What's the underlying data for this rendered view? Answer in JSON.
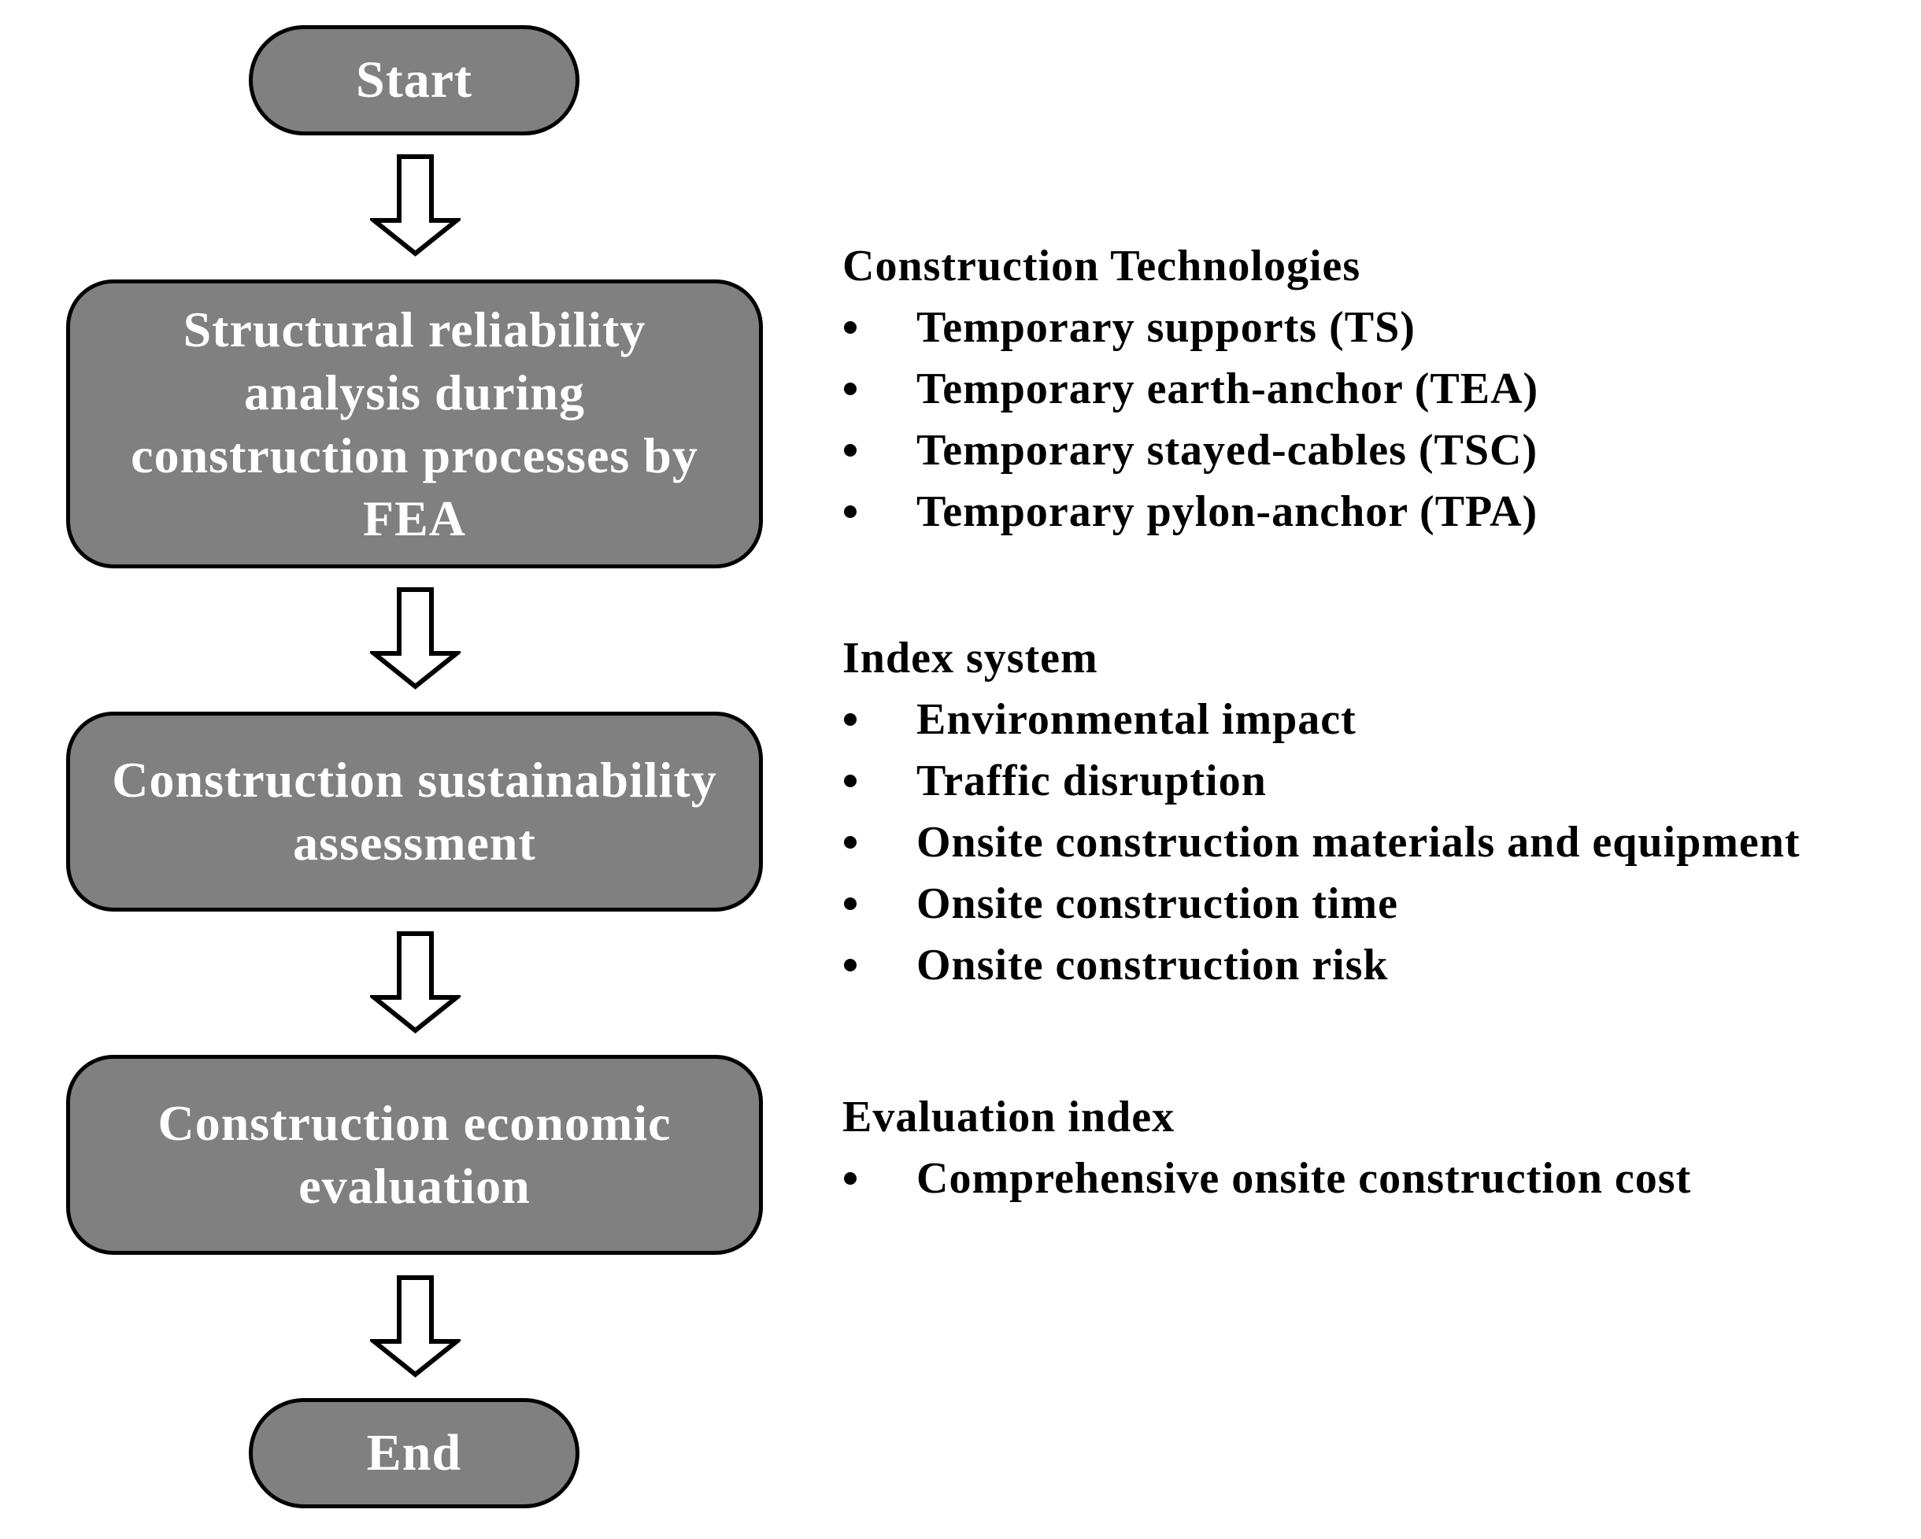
{
  "flowchart": {
    "start": "Start",
    "step1": "Structural reliability\nanalysis during\nconstruction processes by\nFEA",
    "step2": "Construction sustainability\nassessment",
    "step3": "Construction economic\nevaluation",
    "end": "End"
  },
  "construction_technologies": {
    "heading": "Construction Technologies",
    "items": [
      "Temporary supports (TS)",
      "Temporary earth-anchor (TEA)",
      "Temporary stayed-cables (TSC)",
      "Temporary pylon-anchor (TPA)"
    ]
  },
  "index_system": {
    "heading": "Index system",
    "items": [
      "Environmental impact",
      "Traffic disruption",
      "Onsite construction materials and equipment",
      "Onsite construction time",
      "Onsite construction risk"
    ]
  },
  "evaluation_index": {
    "heading": "Evaluation index",
    "items": [
      "Comprehensive onsite construction cost"
    ]
  },
  "colors": {
    "node_fill": "#808080",
    "node_text": "#ffffff",
    "outline": "#000000"
  }
}
